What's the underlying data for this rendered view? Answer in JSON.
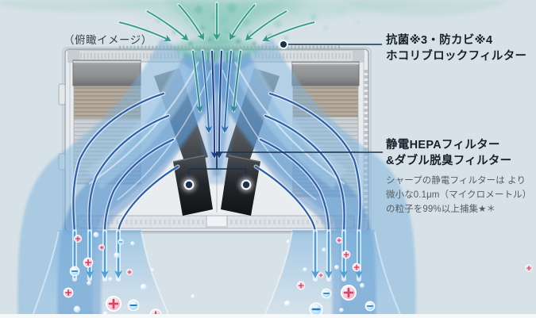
{
  "diagram": {
    "view_label": "（俯瞰イメージ）",
    "callouts": {
      "dust_filter": {
        "line1": "抗菌※3・防カビ※4",
        "line2": "ホコリブロックフィルター"
      },
      "hepa_filter": {
        "line1": "静電HEPAフィルター",
        "line2": "&ダブル脱臭フィルター"
      }
    },
    "note": {
      "line1": "シャープの静電フィルターは より",
      "line2": "微小な0.1μm（マイクロメートル）",
      "line3": "の粒子を99%以上捕集★＊"
    },
    "icons": {
      "intake_airflow": "teal-arrows-down",
      "clean_airflow": "blue-arrows-down",
      "positive_ion": "plus-circle-icon",
      "negative_ion": "minus-circle-icon",
      "callout_marker": "navy-dot"
    },
    "colors": {
      "background": "#d7e1e8",
      "callout_line": "#16324d",
      "label_text": "#16202b",
      "note_text": "#575c61",
      "intake_air_teal": "#2f9b8a",
      "clean_air_blue": "#2a5fae",
      "exit_arrow_blue": "#4fa0d6",
      "positive_ion_pink": "#d6446b",
      "negative_ion_blue": "#1f7fc4",
      "filter_panel_black": "#17191c"
    }
  }
}
